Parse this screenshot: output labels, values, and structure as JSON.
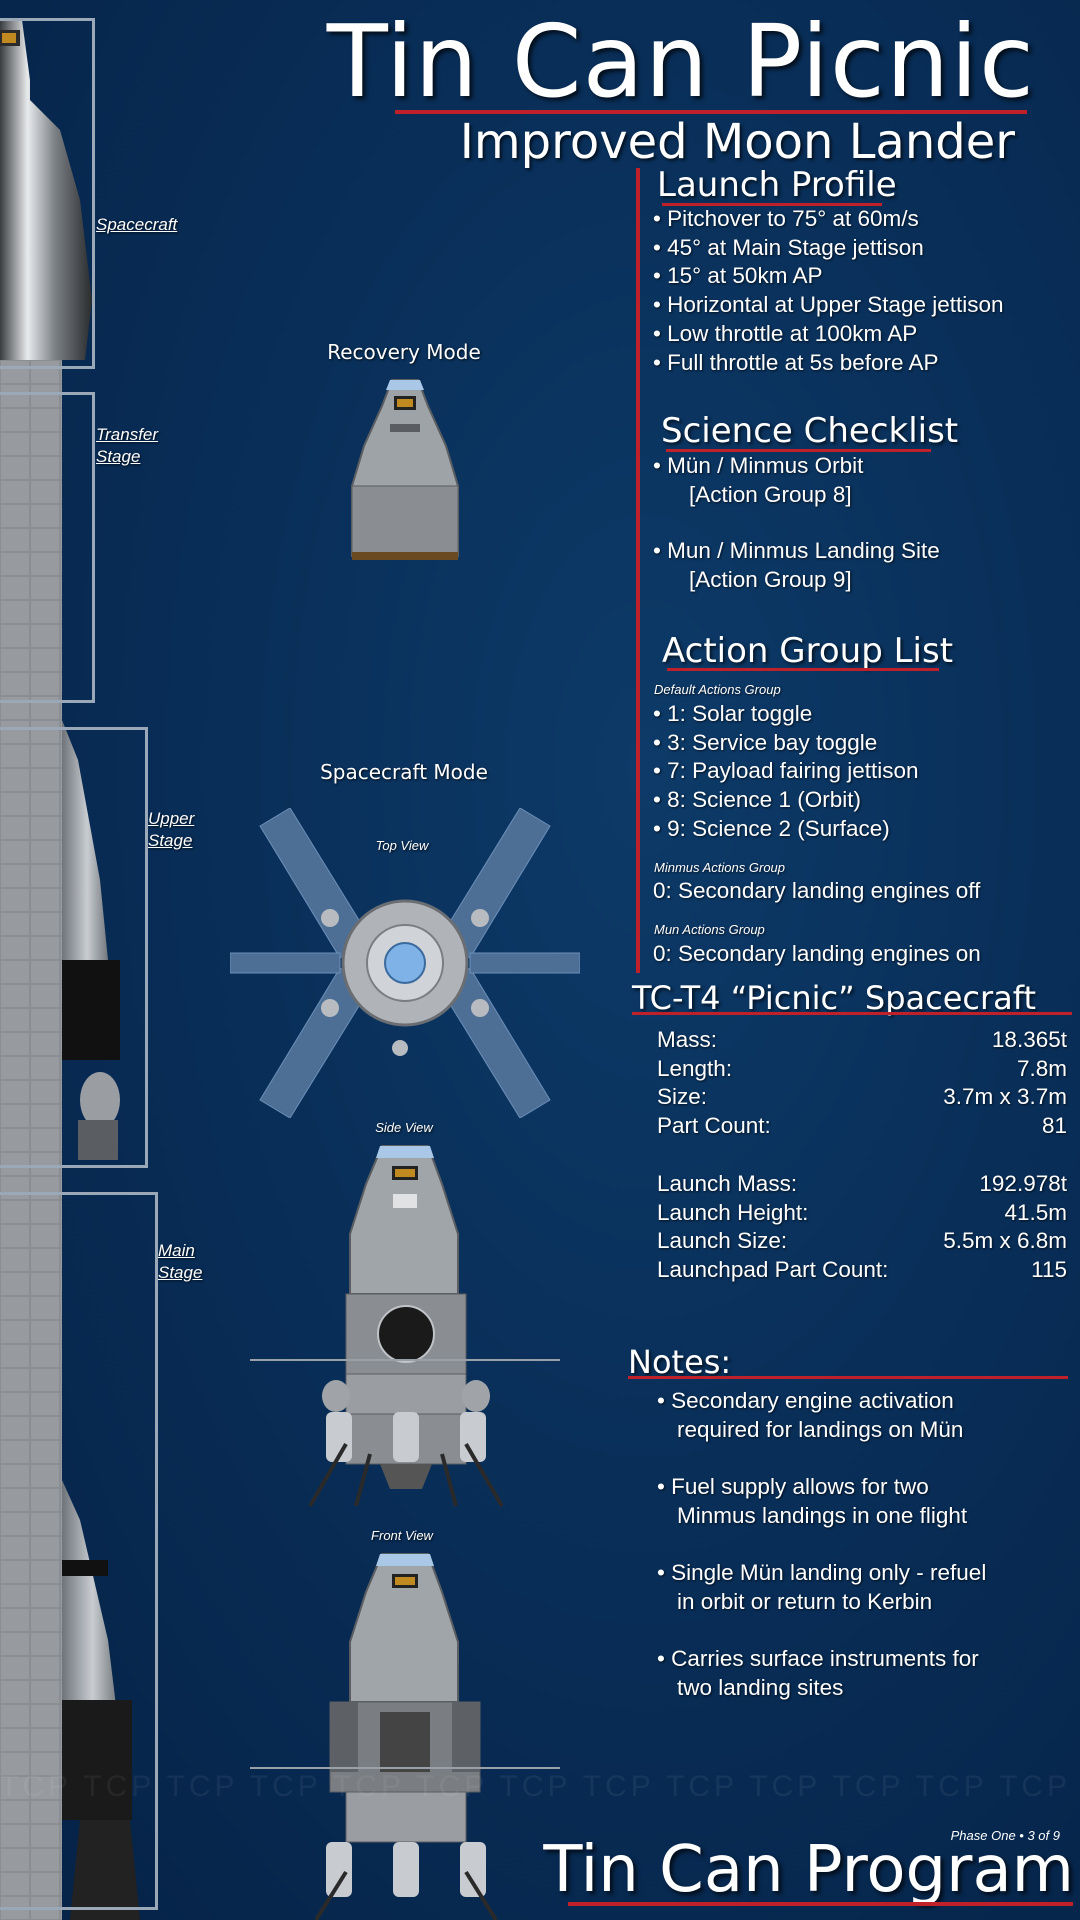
{
  "header": {
    "title": "Tin Can Picnic",
    "subtitle": "Improved Moon Lander"
  },
  "launch_profile": {
    "heading": "Launch Profile",
    "items": [
      "• Pitchover to 75° at 60m/s",
      "• 45° at Main Stage jettison",
      "• 15° at 50km AP",
      "• Horizontal at Upper Stage jettison",
      "• Low throttle at 100km AP",
      "• Full throttle at 5s before AP"
    ]
  },
  "science": {
    "heading": "Science Checklist",
    "items": [
      {
        "line1": "• Mün / Minmus Orbit",
        "line2": "[Action Group 8]"
      },
      {
        "line1": "• Mun / Minmus Landing Site",
        "line2": "[Action Group 9]"
      }
    ]
  },
  "actions": {
    "heading": "Action Group List",
    "default_label": "Default Actions Group",
    "default_items": [
      "• 1: Solar toggle",
      "• 3: Service bay toggle",
      "• 7: Payload fairing jettison",
      "• 8: Science 1 (Orbit)",
      "• 9: Science 2 (Surface)"
    ],
    "minmus_label": "Minmus Actions Group",
    "minmus_item": "0: Secondary landing engines off",
    "mun_label": "Mun Actions Group",
    "mun_item": "0: Secondary landing engines on"
  },
  "spacecraft": {
    "heading": "TC-T4 “Picnic” Spacecraft",
    "specs": [
      {
        "label": "Mass:",
        "value": "18.365t"
      },
      {
        "label": "Length:",
        "value": "7.8m"
      },
      {
        "label": "Size:",
        "value": "3.7m x 3.7m"
      },
      {
        "label": "Part Count:",
        "value": "81"
      }
    ],
    "launch_specs": [
      {
        "label": "Launch Mass:",
        "value": "192.978t"
      },
      {
        "label": "Launch Height:",
        "value": "41.5m"
      },
      {
        "label": "Launch Size:",
        "value": "5.5m x 6.8m"
      },
      {
        "label": "Launchpad Part Count:",
        "value": "115"
      }
    ]
  },
  "notes": {
    "heading": "Notes:",
    "items": [
      {
        "line1": "• Secondary engine activation",
        "line2": "required for landings on Mün"
      },
      {
        "line1": "• Fuel supply allows for two",
        "line2": "Minmus landings in one flight"
      },
      {
        "line1": "• Single Mün landing only - refuel",
        "line2": "in orbit or return to Kerbin"
      },
      {
        "line1": "• Carries surface instruments for",
        "line2": "two landing sites"
      }
    ]
  },
  "stages": {
    "spacecraft": "Spacecraft",
    "transfer_1": "Transfer",
    "transfer_2": "Stage",
    "upper_1": "Upper",
    "upper_2": "Stage",
    "main_1": "Main",
    "main_2": "Stage"
  },
  "modes": {
    "recovery": "Recovery Mode",
    "spacecraft": "Spacecraft Mode",
    "top_view": "Top View",
    "side_view": "Side View",
    "front_view": "Front View"
  },
  "watermark": "TCP TCP TCP TCP TCP TCP TCP TCP TCP TCP TCP TCP TCP TCP TCP TCP TCP TCP",
  "footer": {
    "phase": "Phase One • 3 of 9",
    "brand": "Tin Can Program"
  },
  "colors": {
    "background": "#0a3362",
    "accent_red": "#c0202a",
    "text": "#ffffff"
  }
}
